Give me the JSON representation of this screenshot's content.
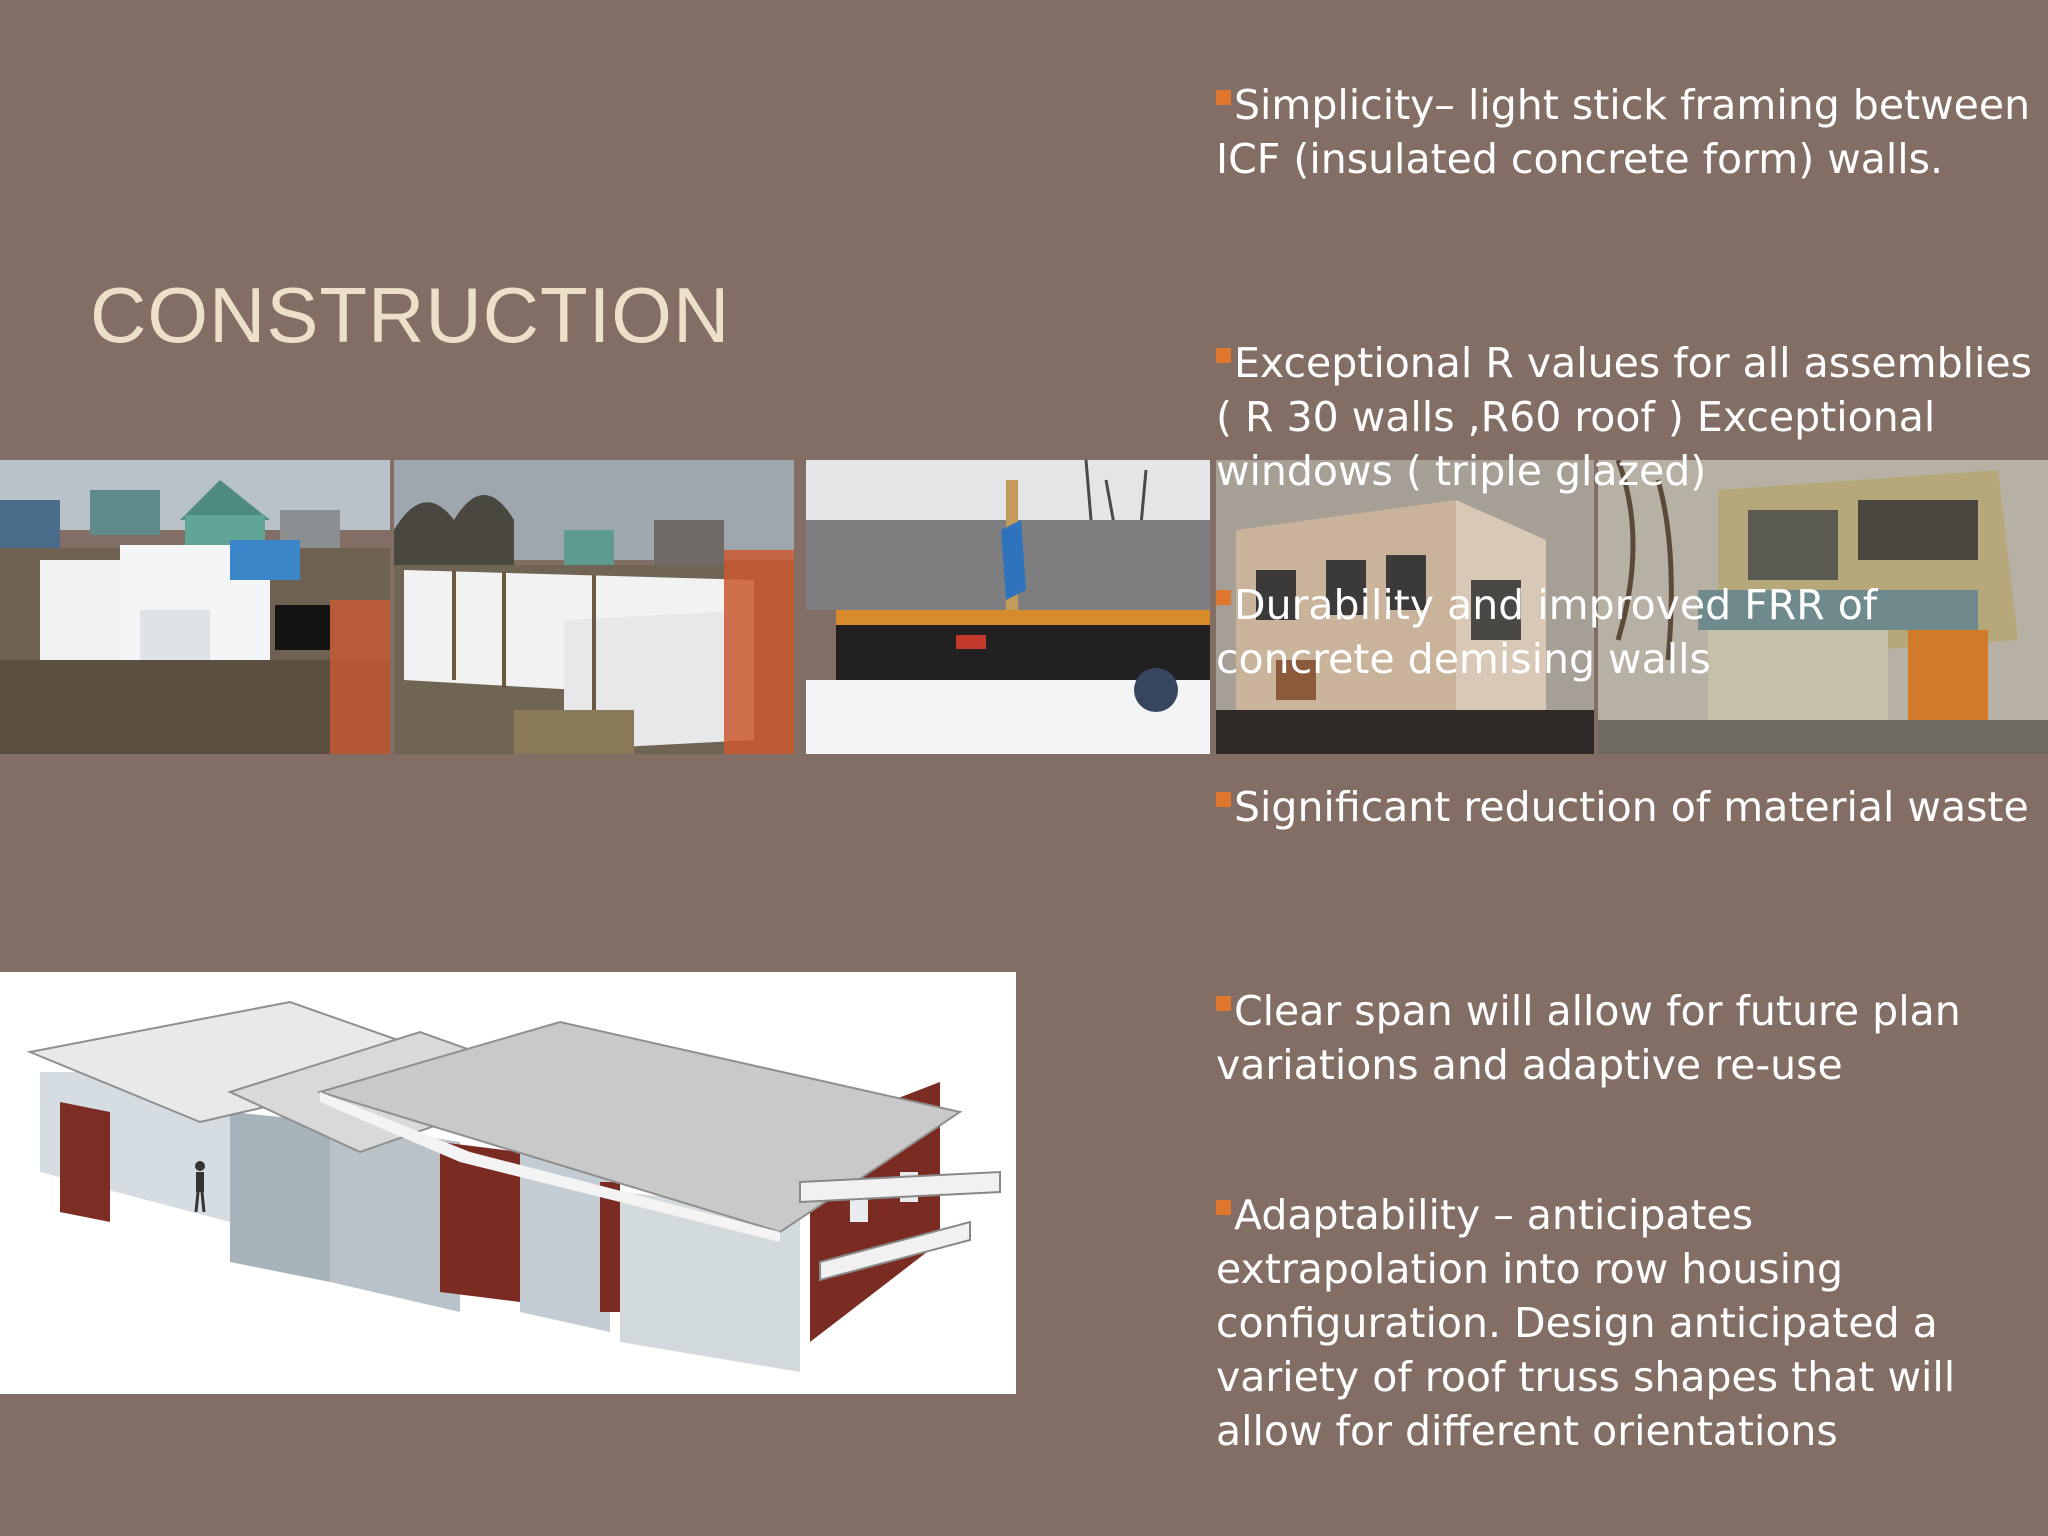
{
  "slide": {
    "title": "CONSTRUCTION",
    "background_color": "#836e65",
    "title_color": "#ede0c8",
    "bullet_marker_color": "#e0772f"
  },
  "bullets": [
    "Simplicity– light stick framing between ICF (insulated concrete form) walls.",
    "Exceptional  R values for all assemblies  ( R 30 walls ,R60 roof ) Exceptional windows ( triple glazed)",
    "Durability and improved FRR of concrete  demising  walls",
    "Significant reduction of material waste",
    "Clear span will allow for future plan variations and adaptive re-use",
    "Adaptability – anticipates extrapolation into row housing configuration. Design anticipated a variety of roof truss  shapes  that will allow for different orientations"
  ],
  "images": [
    {
      "icon": "icf-blocks-photo"
    },
    {
      "icon": "icf-walls-photo"
    },
    {
      "icon": "framing-winter-photo"
    },
    {
      "icon": "house-framing-photo"
    },
    {
      "icon": "finished-house-photo"
    },
    {
      "icon": "building-3d-rendering"
    }
  ]
}
